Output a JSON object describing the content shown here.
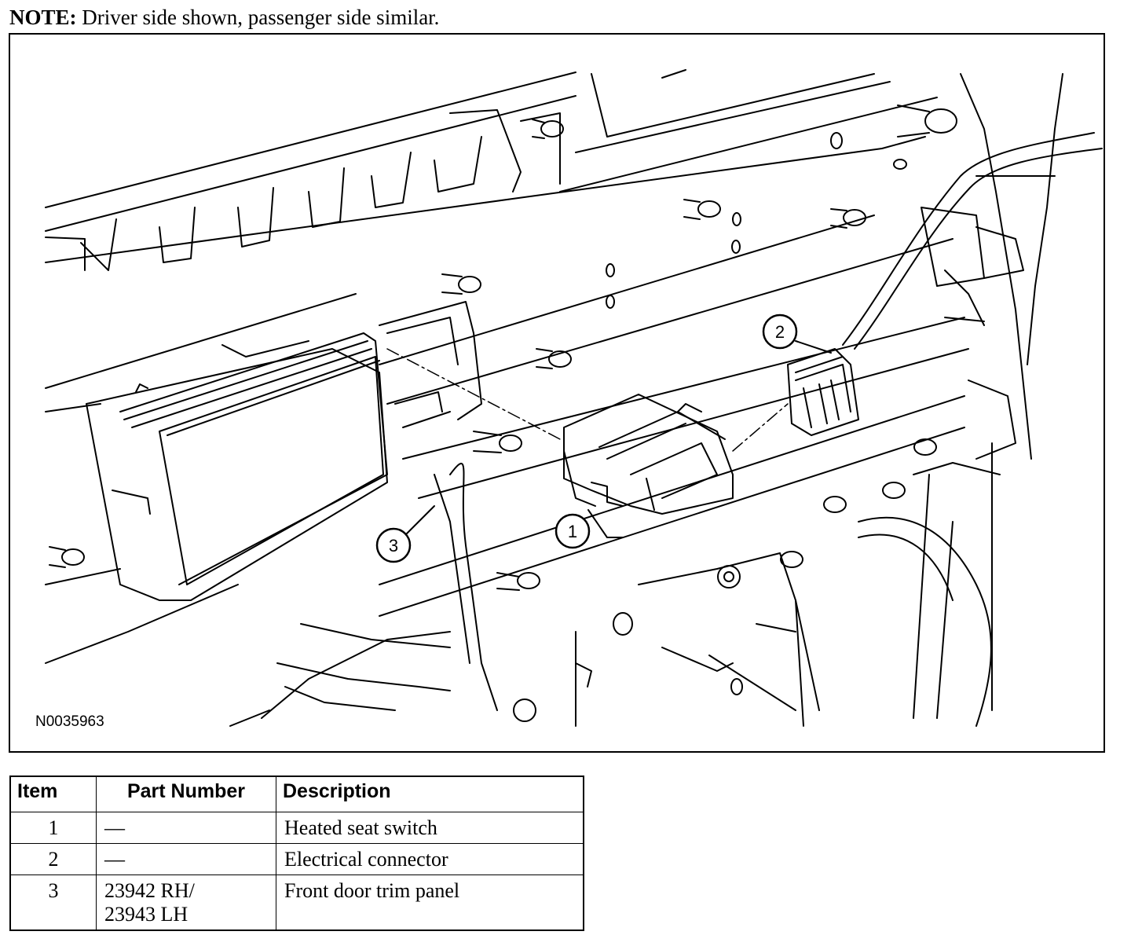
{
  "note": {
    "label": "NOTE:",
    "text": " Driver side shown, passenger side similar."
  },
  "figure": {
    "id": "N0035963",
    "callouts": [
      "1",
      "2",
      "3"
    ]
  },
  "table": {
    "headers": [
      "Item",
      "Part Number",
      "Description"
    ],
    "rows": [
      {
        "item": "1",
        "part_lines": [
          "—"
        ],
        "description": "Heated seat switch"
      },
      {
        "item": "2",
        "part_lines": [
          "—"
        ],
        "description": "Electrical connector"
      },
      {
        "item": "3",
        "part_lines": [
          "23942 RH/",
          "23943 LH"
        ],
        "description": "Front door trim panel"
      }
    ]
  }
}
